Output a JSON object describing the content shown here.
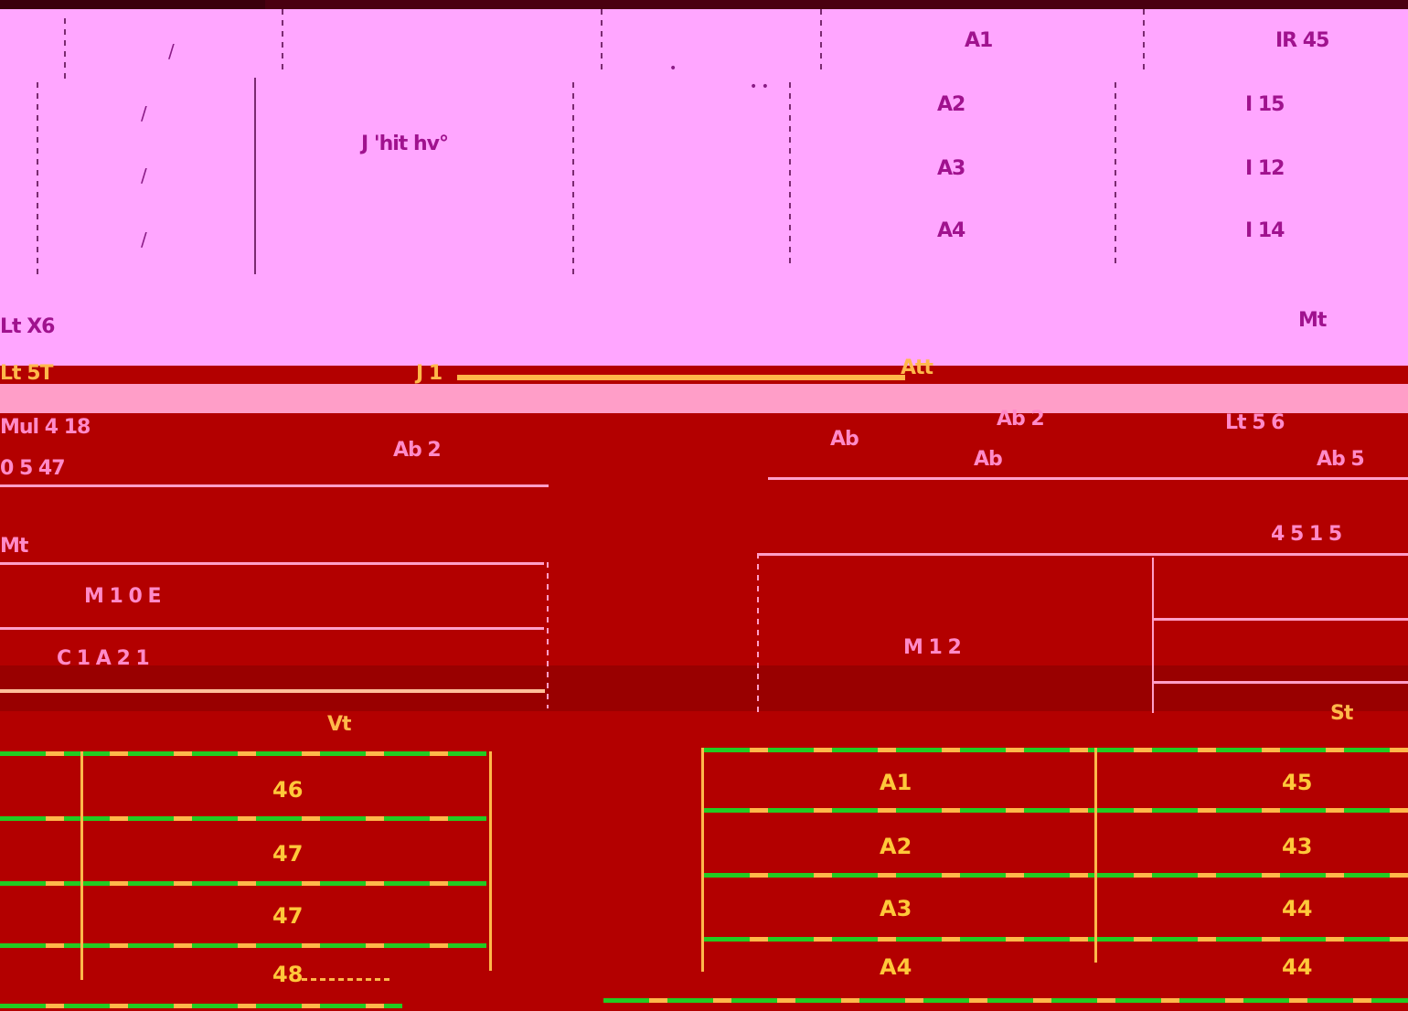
{
  "header": {
    "col_labels": [
      "A1",
      "A2",
      "A3",
      "A4"
    ],
    "col_values": [
      "IR 45",
      "I 15",
      "I 12",
      "I 14"
    ]
  },
  "section": {
    "left_label": "Lt X6",
    "right_label": "Mt"
  },
  "row_a": {
    "left": "Lt 5T",
    "mid": "J 1",
    "right": "Att"
  },
  "row_b": {
    "left_top": "Mul 4 18",
    "left_bottom": "0 5 47",
    "mid": "Ab 2",
    "center": "Ab",
    "right_top": "Lt 5 6",
    "right_bottom": "Ab 5"
  },
  "table_left": {
    "header": "Mt",
    "sub1": "M 1 0 E",
    "sub2": "C 1 A 2 1",
    "col": "Vt",
    "values": [
      "46",
      "47",
      "47",
      "48"
    ]
  },
  "table_right": {
    "header": "4 5 1 5",
    "center": "M 1 2",
    "col": "St",
    "labels": [
      "A1",
      "A2",
      "A3",
      "A4"
    ],
    "values": [
      "45",
      "43",
      "44",
      "44"
    ]
  }
}
